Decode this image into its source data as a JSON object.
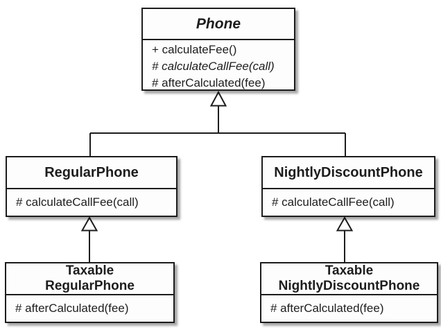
{
  "diagram": {
    "type": "uml-class-diagram",
    "colors": {
      "background": "#ffffff",
      "box_fill": "#fdfdfd",
      "border": "#1c1c1c",
      "text": "#1d1d1d",
      "shadow": "rgba(0,0,0,0.35)"
    },
    "classes": [
      {
        "id": "phone",
        "name": "Phone",
        "abstract": true,
        "methods": [
          {
            "text": "+ calculateFee()",
            "visibility": "public",
            "abstract": false
          },
          {
            "text": "# calculateCallFee(call)",
            "visibility": "protected",
            "abstract": true
          },
          {
            "text": "# afterCalculated(fee)",
            "visibility": "protected",
            "abstract": false
          }
        ]
      },
      {
        "id": "regular-phone",
        "name": "RegularPhone",
        "abstract": false,
        "methods": [
          {
            "text": "# calculateCallFee(call)",
            "visibility": "protected",
            "abstract": false
          }
        ]
      },
      {
        "id": "nightly-discount-phone",
        "name": "NightlyDiscountPhone",
        "abstract": false,
        "methods": [
          {
            "text": "# calculateCallFee(call)",
            "visibility": "protected",
            "abstract": false
          }
        ]
      },
      {
        "id": "taxable-regular-phone",
        "name": "Taxable\nRegularPhone",
        "abstract": false,
        "methods": [
          {
            "text": "# afterCalculated(fee)",
            "visibility": "protected",
            "abstract": false
          }
        ]
      },
      {
        "id": "taxable-nightly-discount-phone",
        "name": "Taxable\nNightlyDiscountPhone",
        "abstract": false,
        "methods": [
          {
            "text": "# afterCalculated(fee)",
            "visibility": "protected",
            "abstract": false
          }
        ]
      }
    ],
    "relationships": [
      {
        "from": "RegularPhone",
        "to": "Phone",
        "type": "generalization"
      },
      {
        "from": "NightlyDiscountPhone",
        "to": "Phone",
        "type": "generalization"
      },
      {
        "from": "TaxableRegularPhone",
        "to": "RegularPhone",
        "type": "generalization"
      },
      {
        "from": "TaxableNightlyDiscountPhone",
        "to": "NightlyDiscountPhone",
        "type": "generalization"
      }
    ]
  }
}
